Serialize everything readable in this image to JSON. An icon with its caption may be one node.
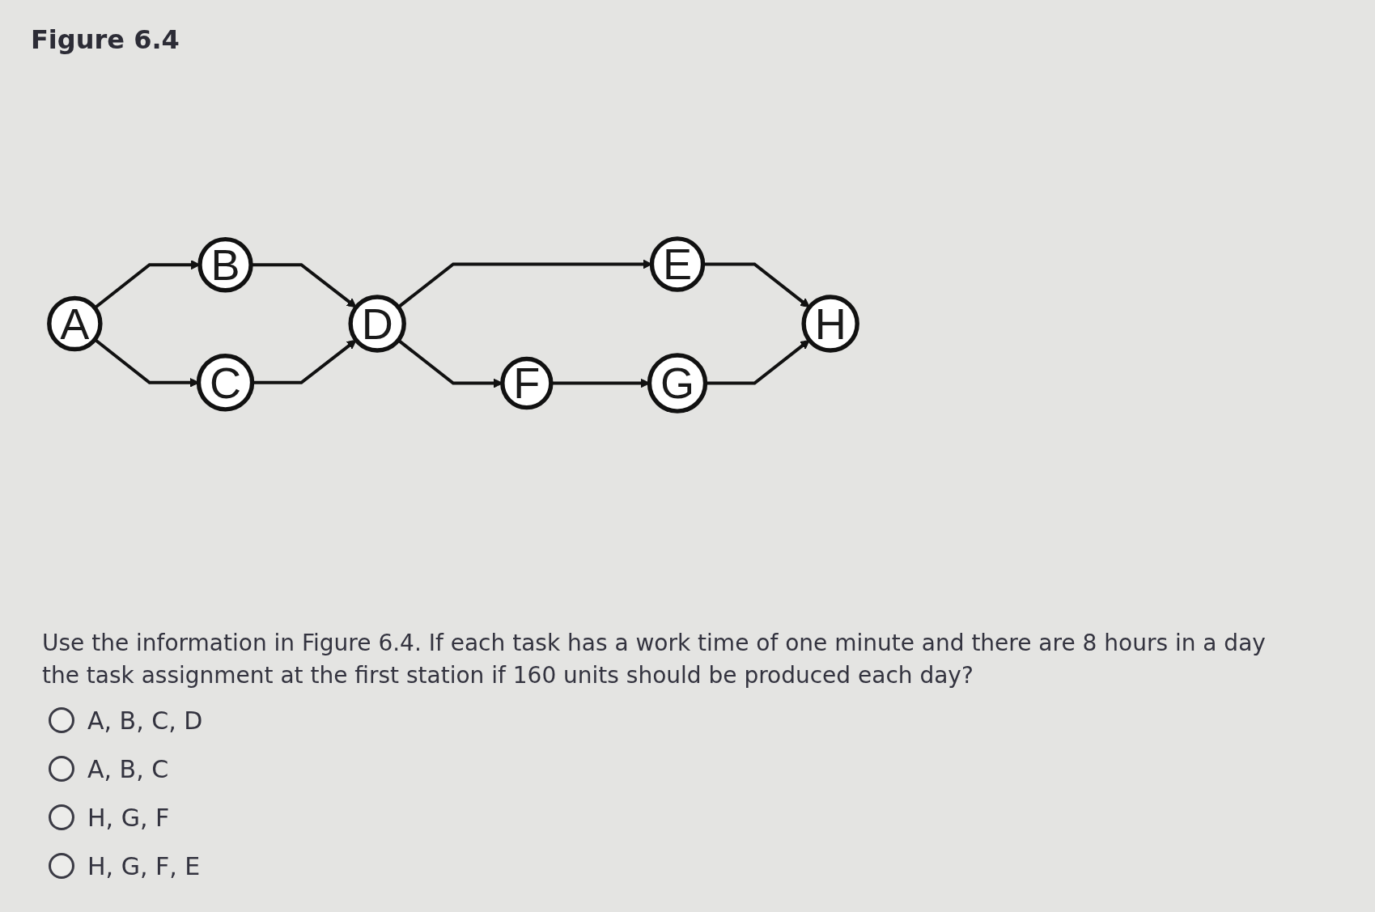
{
  "diagram": {
    "title": "Figure 6.4",
    "nodes": [
      {
        "text": [
          "A"
        ]
      },
      {
        "text": [
          "B"
        ]
      },
      {
        "text": [
          "C"
        ]
      },
      {
        "text": [
          "D"
        ]
      },
      {
        "text": [
          "E"
        ]
      },
      {
        "text": [
          "F"
        ]
      },
      {
        "text": [
          "G"
        ]
      },
      {
        "text": [
          "H"
        ]
      }
    ],
    "edges": [
      {
        "from": 0,
        "to": 1,
        "arrow": "to"
      },
      {
        "from": 0,
        "to": 2,
        "arrow": "to"
      },
      {
        "from": 1,
        "to": 3,
        "arrow": "to"
      },
      {
        "from": 2,
        "to": 3,
        "arrow": "to"
      },
      {
        "from": 3,
        "to": 4,
        "arrow": "to"
      },
      {
        "from": 3,
        "to": 5,
        "arrow": "to"
      },
      {
        "from": 4,
        "to": 7,
        "arrow": "to"
      },
      {
        "from": 5,
        "to": 6,
        "arrow": "to"
      },
      {
        "from": 6,
        "to": 7,
        "arrow": "to"
      }
    ],
    "labels": [
      "Use the information in Figure 6.4. If each task has a work time of one minute and there are 8 hours in a day the task assignment at the first station if 160 units should be produced each day?",
      "A, B, C, D",
      "A, B, C",
      "H, G, F",
      "H, G, F, E"
    ]
  }
}
